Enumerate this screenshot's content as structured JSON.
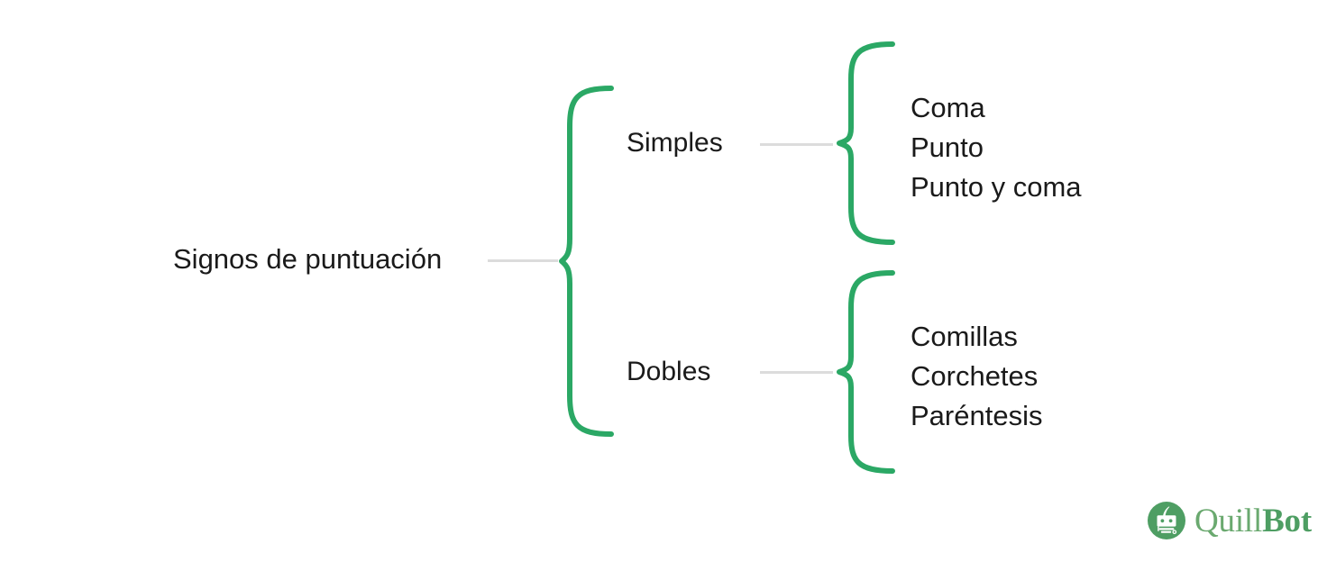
{
  "diagram": {
    "type": "bracket-tree",
    "title": "Signos de puntuación",
    "root": {
      "label": "Signos de puntuación"
    },
    "branches": [
      {
        "label": "Simples",
        "leaves": [
          "Coma",
          "Punto",
          "Punto y coma"
        ]
      },
      {
        "label": "Dobles",
        "leaves": [
          "Comillas",
          "Corchetes",
          "Paréntesis"
        ]
      }
    ]
  },
  "colors": {
    "brace": "#2ba865",
    "connector": "#dcdcdc",
    "text": "#1a1a1a",
    "background": "#ffffff",
    "logo_mark": "#4e9e63",
    "logo_quill": "#6aa96f",
    "logo_bot": "#4e9e63"
  },
  "logo": {
    "mark": "quillbot-robot-icon",
    "word_first": "Quill",
    "word_second": "Bot"
  }
}
